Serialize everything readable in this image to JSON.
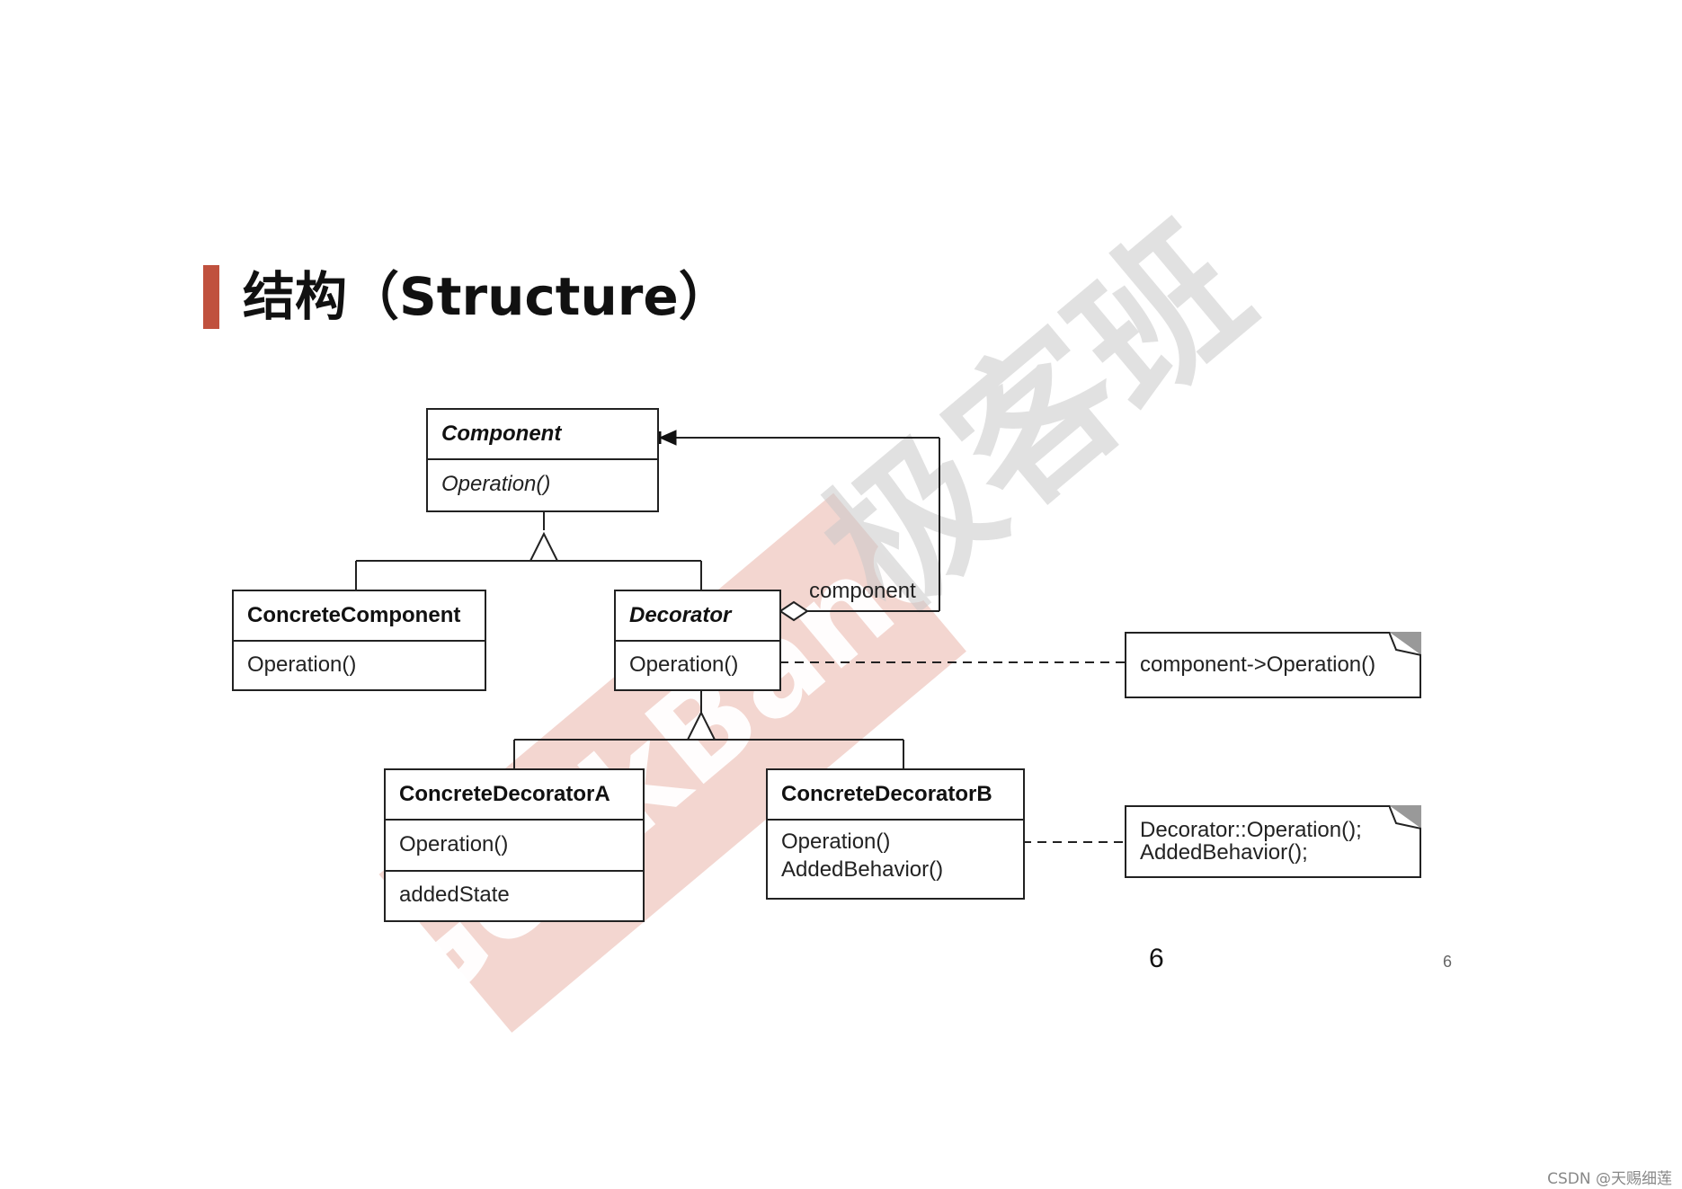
{
  "slide": {
    "title": "结构（Structure）",
    "accent_color": "#c0513e"
  },
  "watermark": {
    "text_cn": "极客班",
    "text_en": "GeekBand"
  },
  "diagram": {
    "component": {
      "name": "Component",
      "operation": "Operation()"
    },
    "concrete_component": {
      "name": "ConcreteComponent",
      "operation": "Operation()"
    },
    "decorator": {
      "name": "Decorator",
      "operation": "Operation()"
    },
    "concrete_decorator_a": {
      "name": "ConcreteDecoratorA",
      "operation": "Operation()",
      "attribute": "addedState"
    },
    "concrete_decorator_b": {
      "name": "ConcreteDecoratorB",
      "operation": "Operation()",
      "behavior": "AddedBehavior()"
    },
    "association_label": "component",
    "note_decorator": "component->Operation()",
    "note_b_line1": "Decorator::Operation();",
    "note_b_line2": "AddedBehavior();"
  },
  "page": {
    "number_large": "6",
    "number_small": "6"
  },
  "footer": {
    "credit": "CSDN @天赐细莲"
  }
}
